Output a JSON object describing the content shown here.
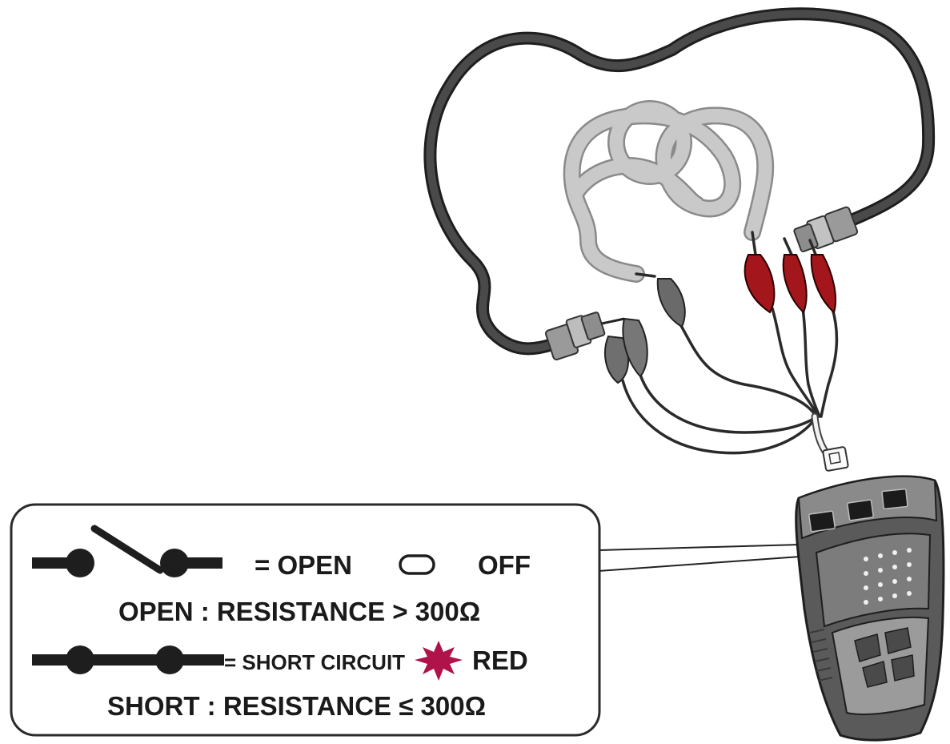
{
  "legend": {
    "open_symbol_text": "= OPEN",
    "open_indicator_text": "OFF",
    "open_rule": "OPEN : RESISTANCE  > 300Ω",
    "short_symbol_text": "= SHORT CIRCUIT",
    "short_indicator_text": "RED",
    "short_rule": "SHORT :  RESISTANCE  ≤ 300Ω"
  },
  "colors": {
    "cable_dark": "#333333",
    "cable_light": "#c4c4c4",
    "clip_red": "#a3161c",
    "clip_gray": "#6f6f6f",
    "led_red": "#b0124a",
    "device_body": "#5a5a5a"
  }
}
